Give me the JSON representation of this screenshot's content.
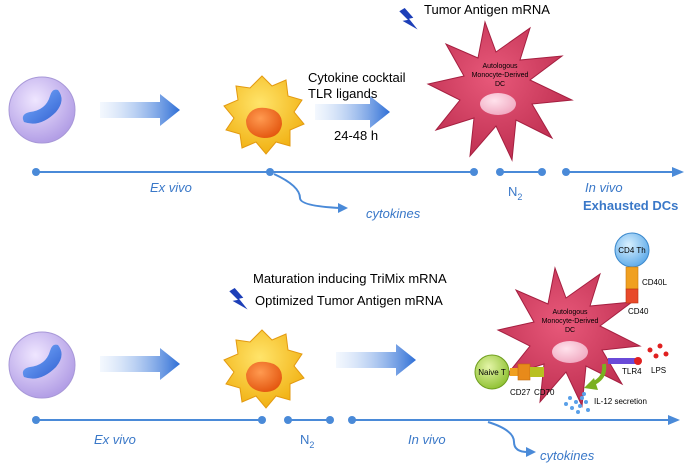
{
  "top": {
    "tumor_antigen": "Tumor Antigen mRNA",
    "cocktail_line1": "Cytokine cocktail",
    "cocktail_line2": "TLR ligands",
    "duration": "24-48 h",
    "dc_line1": "Autologous",
    "dc_line2": "Monocyte-Derived",
    "dc_line3": "DC",
    "ex_vivo": "Ex vivo",
    "n2": "N",
    "n2_sub": "2",
    "cytokines": "cytokines",
    "in_vivo": "In vivo",
    "exhausted": "Exhausted DCs"
  },
  "bottom": {
    "trimix": "Maturation inducing TriMix mRNA",
    "optimized": "Optimized Tumor Antigen mRNA",
    "dc_line1": "Autologous",
    "dc_line2": "Monocyte-Derived",
    "dc_line3": "DC",
    "cd4": "CD4 Th",
    "cd40l": "CD40L",
    "cd40": "CD40",
    "naive": "Naive T",
    "cd27": "CD27",
    "cd70": "CD70",
    "tlr4": "TLR4",
    "lps": "LPS",
    "il12": "IL-12 secretion",
    "ex_vivo": "Ex vivo",
    "n2": "N",
    "n2_sub": "2",
    "in_vivo": "In vivo",
    "cytokines": "cytokines"
  },
  "colors": {
    "timeline": "#4a8ad8",
    "arrow": "#2f6fd6",
    "dc_body": "#d23b5e",
    "immature_cell": "#f2c21c",
    "nucleus": "#ee6a1f",
    "monocyte": "#c7b4ee",
    "emphasis": "#3a78c8"
  }
}
